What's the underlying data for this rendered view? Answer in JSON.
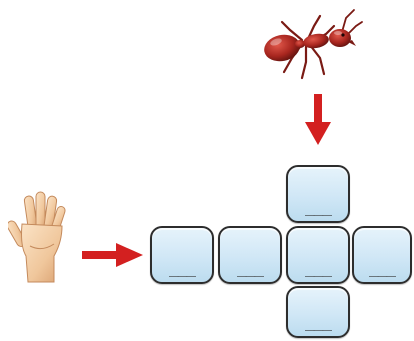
{
  "puzzle": {
    "tiles": [
      {
        "id": "top",
        "blank": "___"
      },
      {
        "id": "row-1",
        "blank": "___"
      },
      {
        "id": "row-2",
        "blank": "___"
      },
      {
        "id": "row-3",
        "blank": "___"
      },
      {
        "id": "row-4",
        "blank": "___"
      },
      {
        "id": "bottom",
        "blank": "___"
      }
    ],
    "down_clue_icon": "ant-icon",
    "across_clue_icon": "hand-icon",
    "arrow_color": "#d32020",
    "tile_color": "#d4e9f7"
  }
}
